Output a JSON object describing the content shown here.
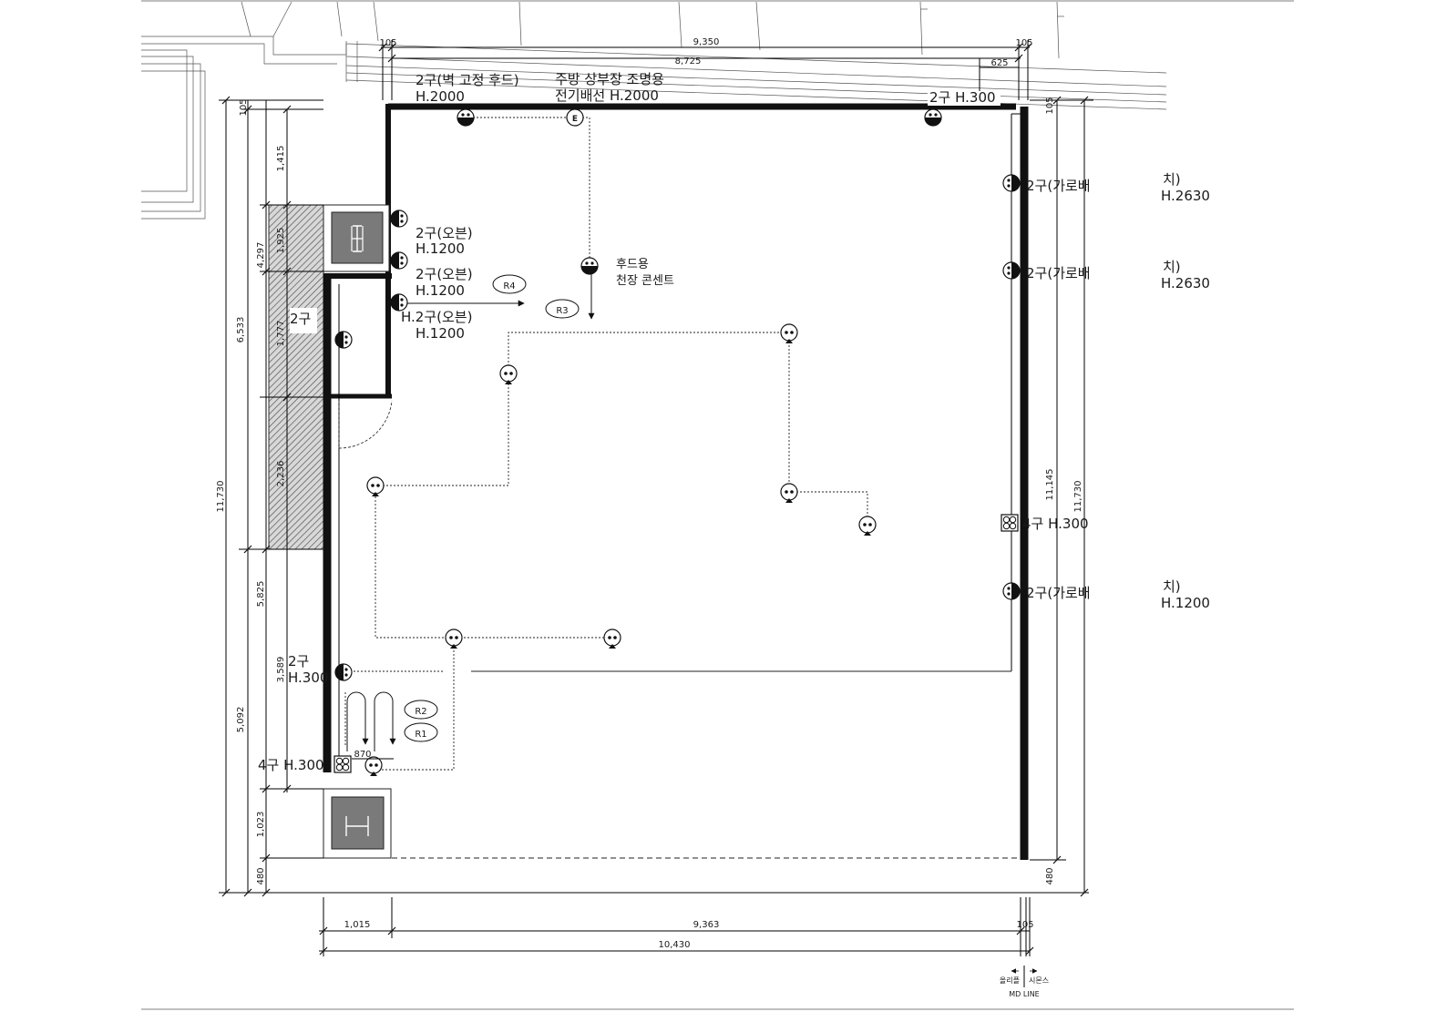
{
  "dimensions": {
    "top_total": "9,350",
    "top_inner": "8,725",
    "top_right_offset": "625",
    "wall_105": "105",
    "left_1415": "1,415",
    "left_4297": "4,297",
    "left_1925": "1,925",
    "left_1777": "1,777",
    "left_6533": "6,533",
    "left_11730": "11,730",
    "left_2236": "2,236",
    "left_5825": "5,825",
    "left_3589": "3,589",
    "left_5092": "5,092",
    "left_1023": "1,023",
    "bottom_480": "480",
    "right_11145": "11,145",
    "right_11730": "11,730",
    "bottom_1015": "1,015",
    "bottom_9363": "9,363",
    "bottom_10430": "10,430",
    "door_870": "870"
  },
  "outlets": {
    "hood_wall": [
      "2구(벽 고정 후드)",
      "H.2000"
    ],
    "kitchen_light": [
      "주방 상부장 조명용",
      "전기배선 H.2000"
    ],
    "top_right": "2구 H.300",
    "right_1": [
      "2구(가로배",
      "치)",
      "H.2630"
    ],
    "right_2": [
      "2구(가로배",
      "치)",
      "H.2630"
    ],
    "right_quad": "4구 H.300",
    "right_3": [
      "2구(가로배",
      "치)",
      "H.1200"
    ],
    "oven_1": [
      "2구(오븐)",
      "H.1200"
    ],
    "oven_2": [
      "2구(오븐)",
      "H.1200"
    ],
    "oven_3": [
      "H.2구(오븐)",
      "H.1200"
    ],
    "left_mid": "2구",
    "left_low": [
      "2구",
      "H.300"
    ],
    "left_quad": "4구 H.300",
    "ceiling": [
      "후드용",
      "천장 콘센트"
    ]
  },
  "circuits": [
    "R1",
    "R2",
    "R3",
    "R4"
  ],
  "legend": {
    "left": "올리플",
    "right": "시몬스",
    "line": "MD LINE"
  },
  "colors": {
    "wall": "#111111",
    "hatch": "#6e6e6e",
    "column_fill": "#7a7a7a"
  }
}
